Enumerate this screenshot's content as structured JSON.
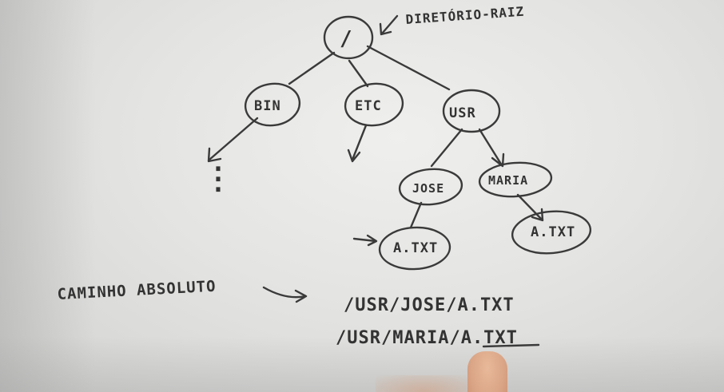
{
  "diagram": {
    "root_label": "/",
    "root_note": "DIRETÓRIO-RAIZ",
    "nodes": {
      "bin": "BIN",
      "etc": "ETC",
      "usr": "USR",
      "jose": "JOSE",
      "maria": "MARIA",
      "jose_file": "A.TXT",
      "maria_file": "A.TXT"
    },
    "ellipsis": "⋮"
  },
  "absolute_path": {
    "label": "CAMINHO ABSOLUTO",
    "path_1": "/USR/JOSE/A.TXT",
    "path_2": "/USR/MARIA/A.TXT"
  },
  "colors": {
    "ink": "#3a3a3a",
    "board": "#e4e4e2"
  }
}
